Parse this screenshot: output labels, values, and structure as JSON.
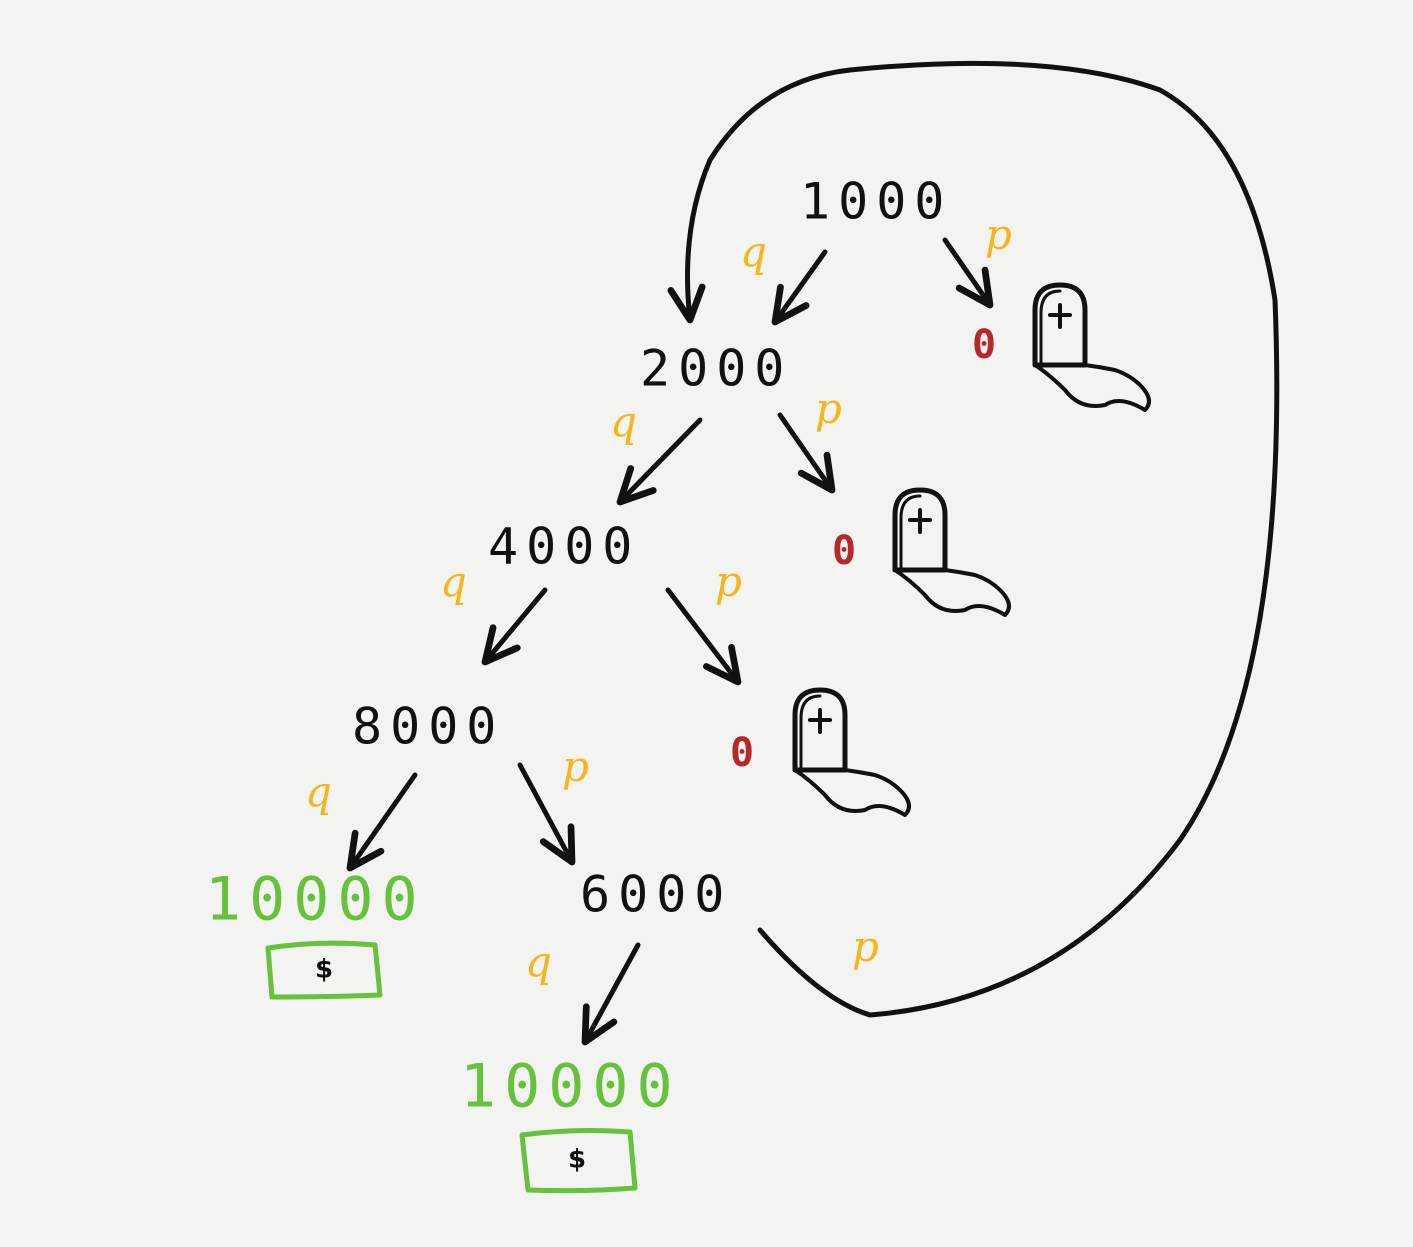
{
  "nodes": {
    "n1000": "1000",
    "n2000": "2000",
    "n4000": "4000",
    "n8000": "8000",
    "n6000": "6000",
    "win_a": "10000",
    "win_b": "10000",
    "loss_1": "0",
    "loss_2": "0",
    "loss_3": "0"
  },
  "labels": {
    "q1": "q",
    "p1": "p",
    "q2": "q",
    "p2": "p",
    "q3": "q",
    "p3": "p",
    "q4": "q",
    "p4": "p",
    "q5": "q",
    "p5": "p"
  },
  "bill": {
    "text_a": "$",
    "text_b": "$"
  },
  "icons": {
    "tombstone": "tombstone-icon",
    "money": "dollar-bill-icon"
  },
  "colors": {
    "ink": "#111111",
    "probability": "#f7b51a",
    "loss": "#b8262e",
    "win": "#66c23b",
    "background": "#f3f3f2"
  }
}
